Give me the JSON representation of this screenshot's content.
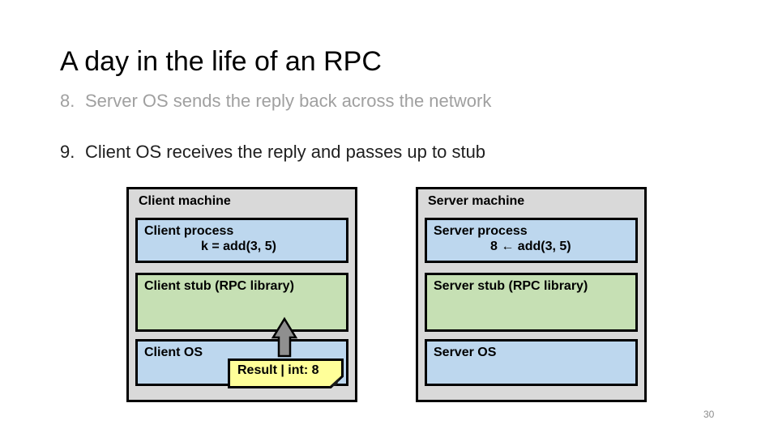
{
  "slide": {
    "title": "A day in the life of an RPC",
    "steps": [
      {
        "number": "8.",
        "text": "Server OS sends the reply back across the network",
        "state": "dimmed"
      },
      {
        "number": "9.",
        "text": "Client OS receives the reply and passes up to stub",
        "state": "current"
      }
    ],
    "page_number": "30"
  },
  "diagram": {
    "client": {
      "machine_label": "Client machine",
      "process_label": "Client process",
      "process_detail": "k = add(3, 5)",
      "stub_label": "Client stub (RPC library)",
      "os_label": "Client OS",
      "note_text": "Result | int: 8"
    },
    "server": {
      "machine_label": "Server machine",
      "process_label": "Server process",
      "process_detail": "8 ← add(3, 5)",
      "stub_label": "Server stub (RPC library)",
      "os_label": "Server OS"
    },
    "icons": {
      "result_arrow": "arrow-up-icon",
      "note_style": "folded-corner-note"
    },
    "colors": {
      "machine_bg": "#d9d9d9",
      "process_bg": "#bdd7ee",
      "stub_bg": "#c6e0b4",
      "os_bg": "#bdd7ee",
      "note_bg": "#ffff99",
      "arrow_fill": "#8f8f8f",
      "border": "#000000",
      "dimmed_step_text": "#a0a0a0"
    }
  }
}
